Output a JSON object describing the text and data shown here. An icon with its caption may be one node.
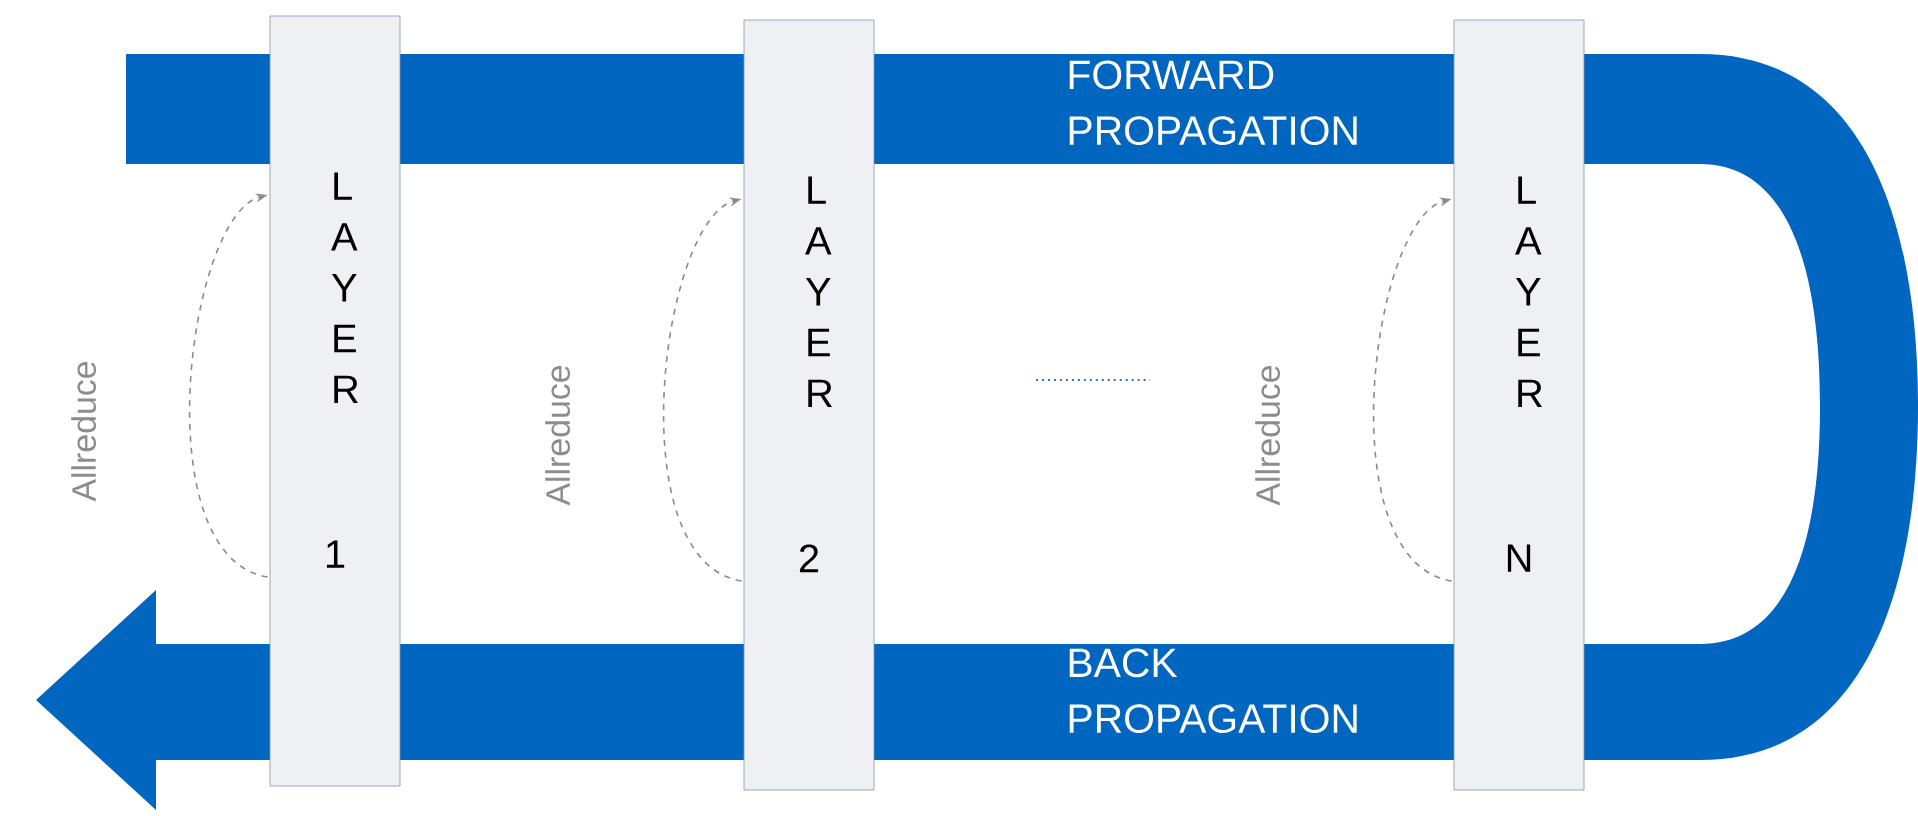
{
  "diagram": {
    "nodes": [
      {
        "text": [
          "L A Y E R",
          "1"
        ]
      },
      {
        "text": [
          "L A Y E R",
          "2"
        ]
      },
      {
        "text": [
          "L A Y E R",
          "N"
        ]
      }
    ],
    "edges": [
      {
        "from": 0,
        "to": 0,
        "arrow": "to",
        "style": "dashed",
        "label": "Allreduce"
      },
      {
        "from": 1,
        "to": 1,
        "arrow": "to",
        "style": "dashed",
        "label": "Allreduce"
      },
      {
        "from": 2,
        "to": 2,
        "arrow": "to",
        "style": "dashed",
        "label": "Allreduce"
      }
    ],
    "labels": [
      "FORWARD PROPAGATION",
      "BACK PROPAGATION"
    ]
  }
}
